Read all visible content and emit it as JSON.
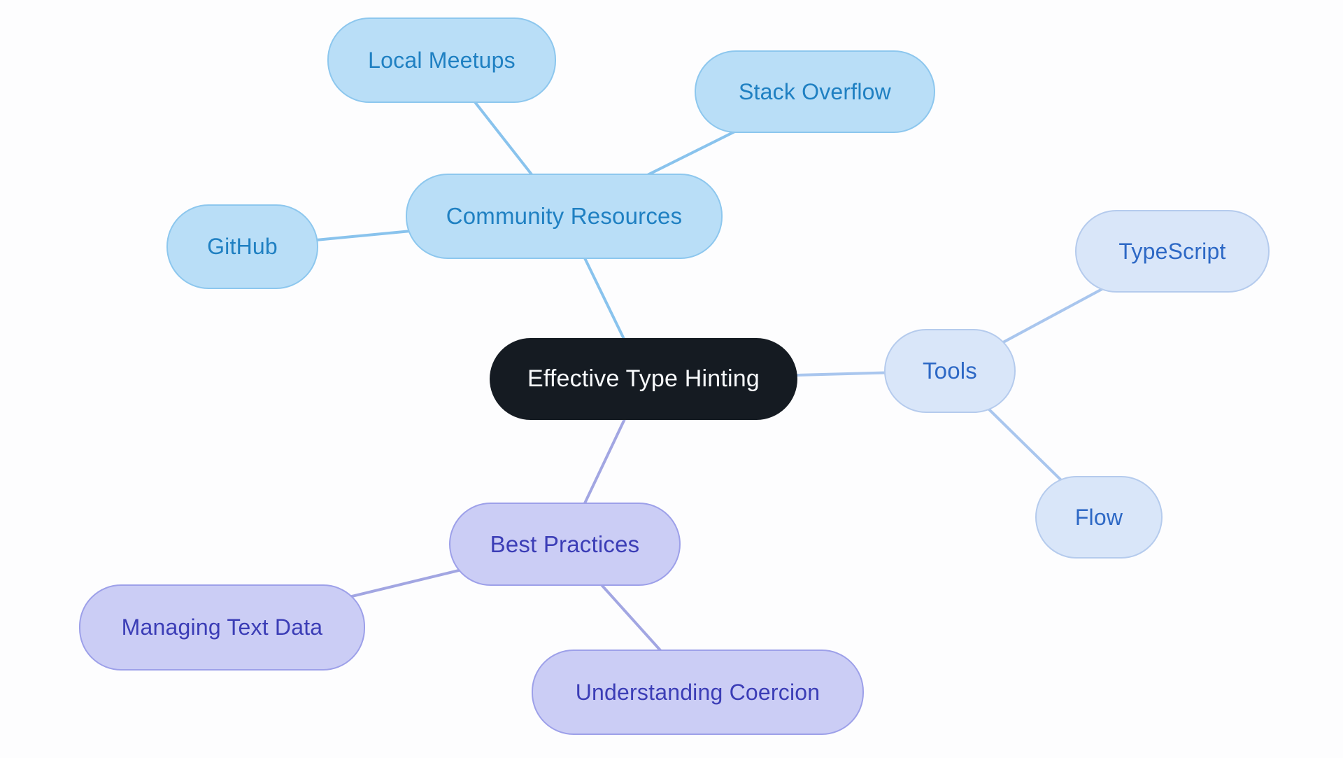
{
  "canvas": {
    "background_color": "#fdfdfe"
  },
  "mindmap": {
    "root": {
      "label": "Effective Type Hinting",
      "fill_color": "#151b22",
      "text_color": "#f8fafc"
    },
    "branches": [
      {
        "label": "Community Resources",
        "node_fill": "#b9def7",
        "node_border": "#8dc7ee",
        "text_color": "#1f80c2",
        "edge_color": "#89c3ed",
        "children": [
          {
            "label": "Local Meetups"
          },
          {
            "label": "Stack Overflow"
          },
          {
            "label": "GitHub"
          }
        ]
      },
      {
        "label": "Tools",
        "node_fill": "#d9e6f9",
        "node_border": "#b5cbed",
        "text_color": "#2d68c5",
        "edge_color": "#a9c6ee",
        "children": [
          {
            "label": "TypeScript"
          },
          {
            "label": "Flow"
          }
        ]
      },
      {
        "label": "Best Practices",
        "node_fill": "#cbcdf5",
        "node_border": "#9da0e9",
        "text_color": "#3b3db6",
        "edge_color": "#a2a6e2",
        "children": [
          {
            "label": "Managing Text Data"
          },
          {
            "label": "Understanding Coercion"
          }
        ]
      }
    ]
  }
}
